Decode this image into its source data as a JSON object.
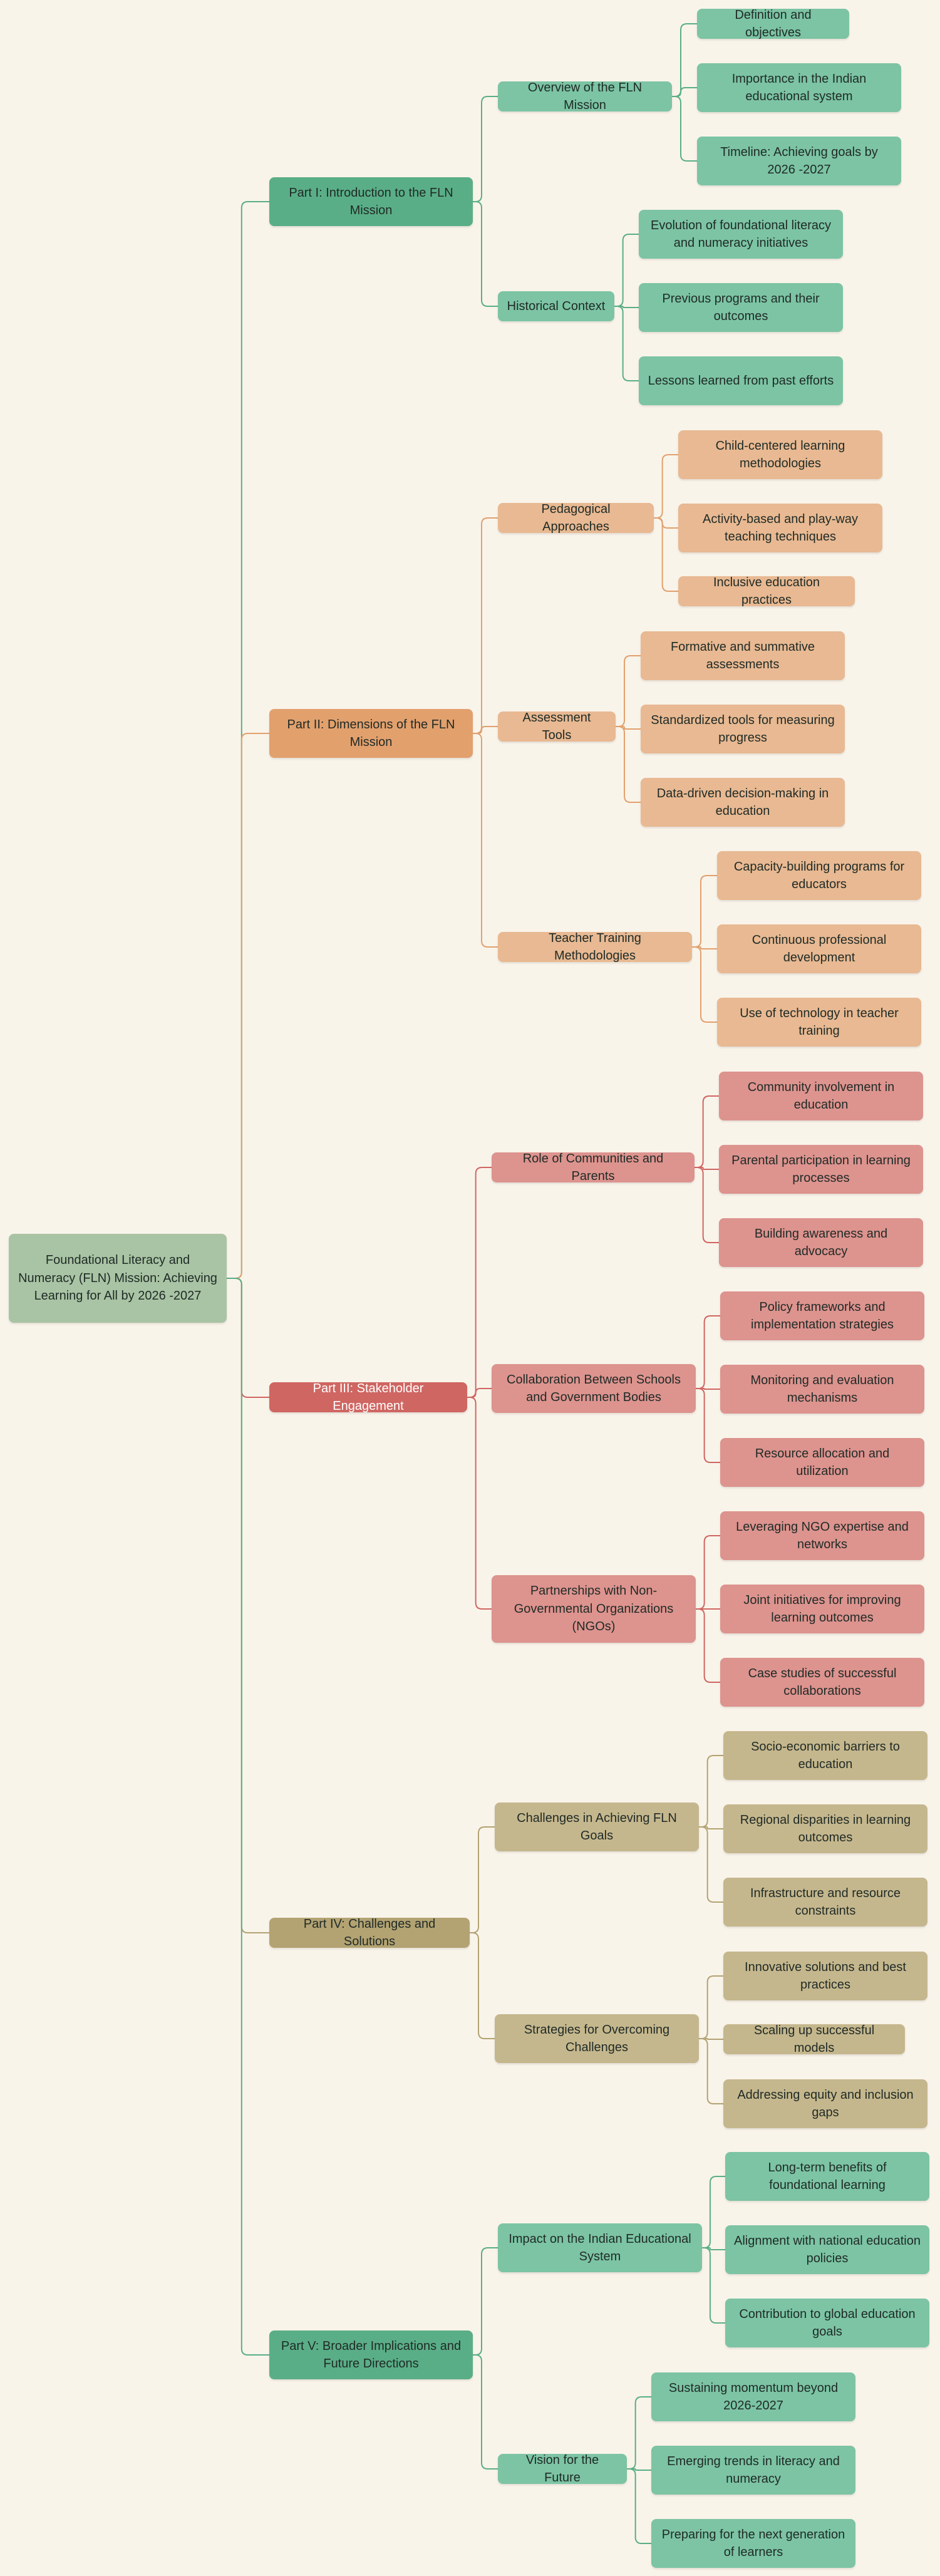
{
  "colors": {
    "background": "#f9f4ea",
    "root": "#a9c4a4",
    "parts": [
      {
        "main": "#5aae87",
        "node": "#7cc4a4",
        "line": "#5aae87",
        "main_text": "#1f2a26"
      },
      {
        "main": "#e2a06d",
        "node": "#e8b992",
        "line": "#e2a06d",
        "main_text": "#1f2a26"
      },
      {
        "main": "#cf6662",
        "node": "#dd938e",
        "line": "#cf6662",
        "main_text": "#ffffff"
      },
      {
        "main": "#b3a372",
        "node": "#c5b78d",
        "line": "#b3a372",
        "main_text": "#1f2a26"
      },
      {
        "main": "#5aae87",
        "node": "#7cc4a4",
        "line": "#5aae87",
        "main_text": "#1f2a26"
      }
    ]
  },
  "root": {
    "label": "Foundational Literacy and Numeracy (FLN) Mission: Achieving Learning for All by 2026 -2027"
  },
  "parts": [
    {
      "label": "Part I: Introduction to the FLN Mission",
      "children": [
        {
          "label": "Overview of the FLN Mission",
          "children": [
            {
              "label": "Definition and objectives"
            },
            {
              "label": "Importance in the Indian educational system"
            },
            {
              "label": "Timeline: Achieving goals by 2026 -2027"
            }
          ]
        },
        {
          "label": "Historical Context",
          "children": [
            {
              "label": "Evolution of foundational literacy and numeracy initiatives"
            },
            {
              "label": "Previous programs and their outcomes"
            },
            {
              "label": "Lessons learned from past efforts"
            }
          ]
        }
      ]
    },
    {
      "label": "Part II: Dimensions of the FLN Mission",
      "children": [
        {
          "label": "Pedagogical Approaches",
          "children": [
            {
              "label": "Child-centered learning methodologies"
            },
            {
              "label": "Activity-based and play-way teaching techniques"
            },
            {
              "label": "Inclusive education practices"
            }
          ]
        },
        {
          "label": "Assessment Tools",
          "children": [
            {
              "label": "Formative and summative assessments"
            },
            {
              "label": "Standardized tools for measuring progress"
            },
            {
              "label": "Data-driven decision-making in education"
            }
          ]
        },
        {
          "label": "Teacher Training Methodologies",
          "children": [
            {
              "label": "Capacity-building programs for educators"
            },
            {
              "label": "Continuous professional development"
            },
            {
              "label": "Use of technology in teacher training"
            }
          ]
        }
      ]
    },
    {
      "label": "Part III: Stakeholder Engagement",
      "children": [
        {
          "label": "Role of Communities and Parents",
          "children": [
            {
              "label": "Community involvement in education"
            },
            {
              "label": "Parental participation in learning processes"
            },
            {
              "label": "Building awareness and advocacy"
            }
          ]
        },
        {
          "label": "Collaboration Between Schools and Government Bodies",
          "children": [
            {
              "label": "Policy frameworks and implementation strategies"
            },
            {
              "label": "Monitoring and evaluation mechanisms"
            },
            {
              "label": "Resource allocation and utilization"
            }
          ]
        },
        {
          "label": "Partnerships with Non-Governmental Organizations (NGOs)",
          "children": [
            {
              "label": "Leveraging NGO expertise and networks"
            },
            {
              "label": "Joint initiatives for improving learning outcomes"
            },
            {
              "label": "Case studies of successful collaborations"
            }
          ]
        }
      ]
    },
    {
      "label": "Part IV: Challenges and Solutions",
      "children": [
        {
          "label": "Challenges in Achieving FLN Goals",
          "children": [
            {
              "label": "Socio-economic barriers to education"
            },
            {
              "label": "Regional disparities in learning outcomes"
            },
            {
              "label": "Infrastructure and resource constraints"
            }
          ]
        },
        {
          "label": "Strategies for Overcoming Challenges",
          "children": [
            {
              "label": "Innovative solutions and best practices"
            },
            {
              "label": "Scaling up successful models"
            },
            {
              "label": "Addressing equity and inclusion gaps"
            }
          ]
        }
      ]
    },
    {
      "label": "Part V: Broader Implications and Future Directions",
      "children": [
        {
          "label": "Impact on the Indian Educational System",
          "children": [
            {
              "label": "Long-term benefits of foundational learning"
            },
            {
              "label": "Alignment with national education policies"
            },
            {
              "label": "Contribution to global education goals"
            }
          ]
        },
        {
          "label": "Vision for the Future",
          "children": [
            {
              "label": "Sustaining momentum beyond 2026-2027"
            },
            {
              "label": "Emerging trends in literacy and numeracy"
            },
            {
              "label": "Preparing for the next generation of learners"
            }
          ]
        }
      ]
    }
  ]
}
